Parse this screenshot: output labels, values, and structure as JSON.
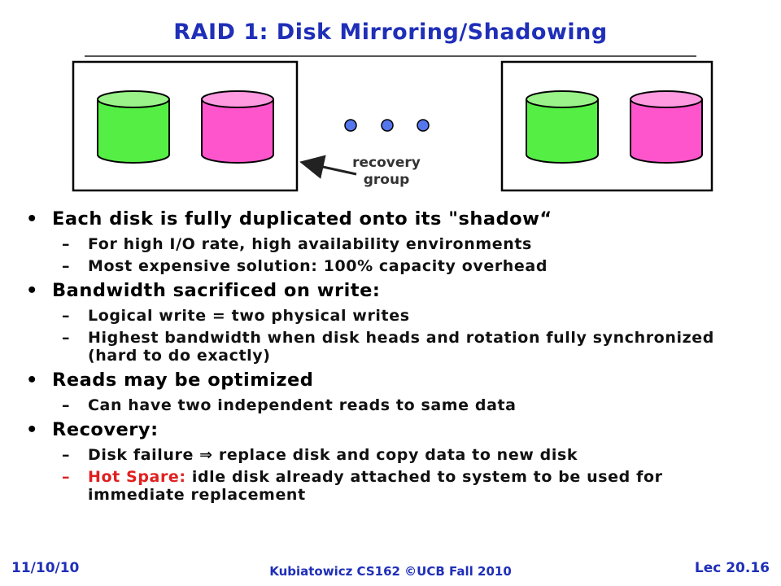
{
  "slide": {
    "title": "RAID 1: Disk Mirroring/Shadowing",
    "recovery_label_line1": "recovery",
    "recovery_label_line2": "group",
    "colors": {
      "title": "#1f2fb8",
      "green_disk": "#55ee44",
      "pink_disk": "#ff55cc",
      "dot": "#5577ee",
      "hot_spare": "#e02020"
    }
  },
  "bullets": [
    {
      "text": "Each disk is fully duplicated onto its \"shadow“",
      "subs": [
        "For high I/O rate, high availability environments",
        "Most expensive solution: 100% capacity overhead"
      ]
    },
    {
      "text": "Bandwidth sacrificed on write:",
      "subs": [
        "Logical write = two physical writes",
        "Highest bandwidth when disk heads and rotation fully synchronized (hard to do exactly)"
      ]
    },
    {
      "text": "Reads may be optimized",
      "subs": [
        "Can have two independent reads to same data"
      ]
    },
    {
      "text": "Recovery:",
      "subs": [
        "Disk failure ⇒ replace disk and copy data to new disk"
      ],
      "hot_spare_label": "Hot Spare:",
      "hot_spare_text": " idle disk already attached to system to be used for immediate replacement"
    }
  ],
  "footer": {
    "date": "11/10/10",
    "course": "Kubiatowicz CS162 ©UCB Fall 2010",
    "lecture": "Lec 20.16"
  }
}
